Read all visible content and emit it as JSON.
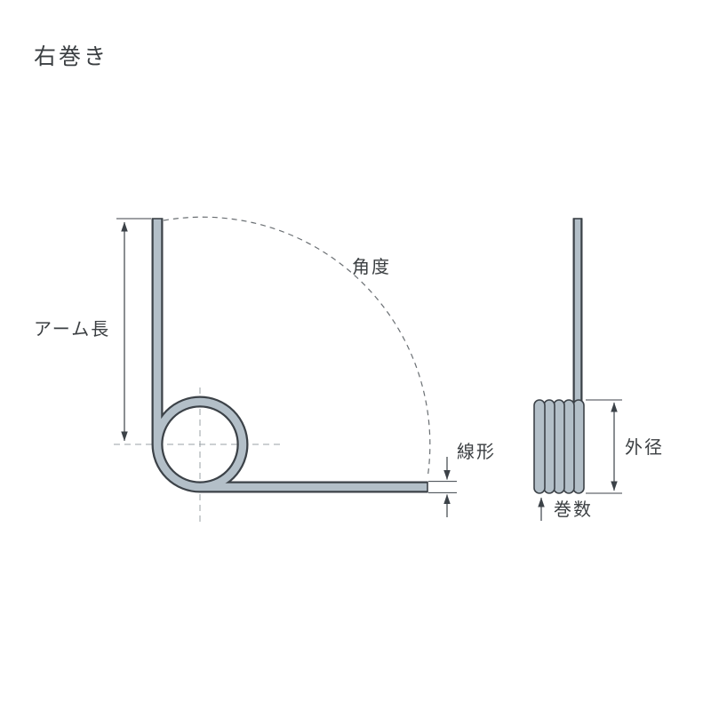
{
  "title": "右巻き",
  "diagram": {
    "labels": {
      "arm_length": "アーム長",
      "angle": "角度",
      "wire_diameter": "線形",
      "outer_diameter": "外径",
      "coil_count": "巻数"
    },
    "colors": {
      "wire_fill": "#b3bfc8",
      "wire_outline": "#3c4248",
      "dimension_line": "#3c4248",
      "centerline": "#9aa0a5",
      "angle_arc": "#6a6f73",
      "text": "#3b3f42",
      "background": "#ffffff"
    }
  }
}
